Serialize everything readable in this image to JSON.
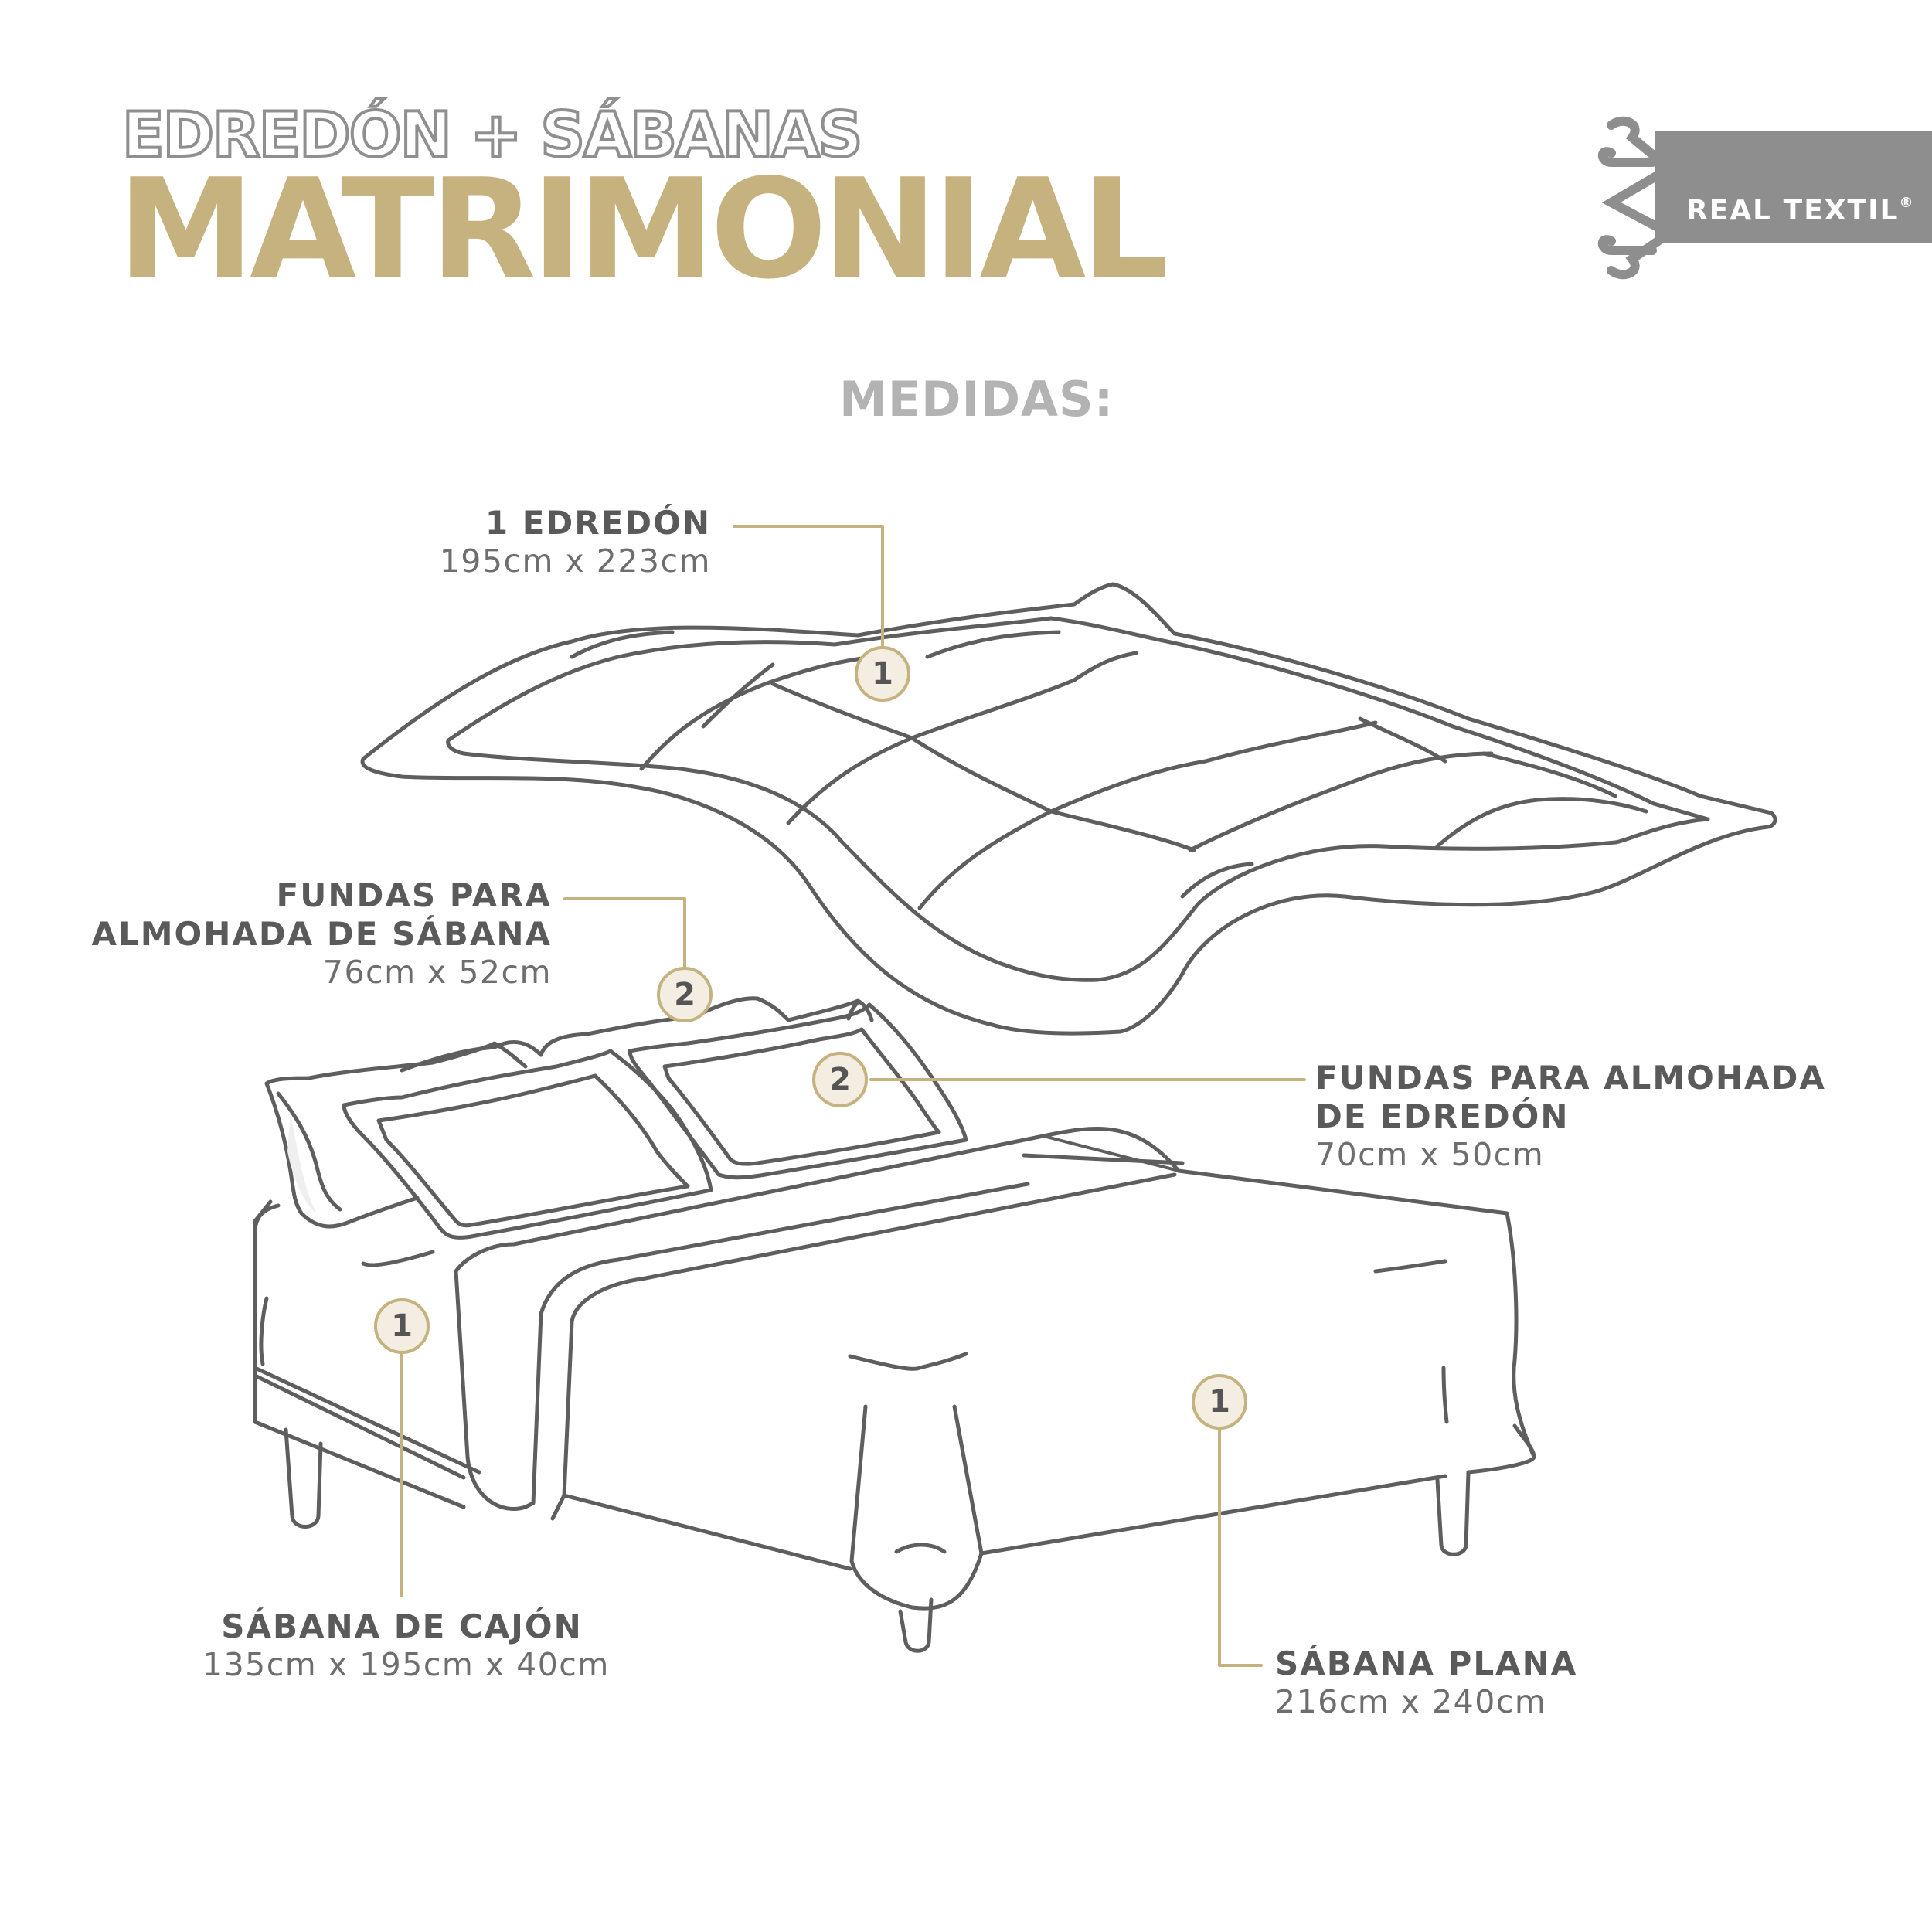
{
  "header": {
    "title_top": "EDREDÓN + SÁBANAS",
    "title_main": "MATRIMONIAL"
  },
  "logo": {
    "brand": "REAL TEXTIL",
    "mark": "®"
  },
  "section_label": "MEDIDAS:",
  "items": [
    {
      "id": "edredon",
      "label": "1 EDREDÓN",
      "dimensions": "195cm x 223cm",
      "qty": "1"
    },
    {
      "id": "fundas-sabana",
      "label_lines": [
        "FUNDAS PARA",
        "ALMOHADA DE SÁBANA"
      ],
      "dimensions": "76cm x 52cm",
      "qty": "2"
    },
    {
      "id": "fundas-edredon",
      "label_lines": [
        "FUNDAS PARA ALMOHADA",
        "DE EDREDÓN"
      ],
      "dimensions": "70cm x 50cm",
      "qty": "2"
    },
    {
      "id": "sabana-cajon",
      "label": "SÁBANA DE CAJÓN",
      "dimensions": "135cm x 195cm x 40cm",
      "qty": "1"
    },
    {
      "id": "sabana-plana",
      "label": "SÁBANA PLANA",
      "dimensions": "216cm x 240cm",
      "qty": "1"
    }
  ],
  "colors": {
    "gold": "#c5b27e",
    "line": "#5e5e5e",
    "gray_text": "#5a5a5a",
    "logo_bg": "#8e8e8e",
    "badge_fill": "#f3ede2"
  }
}
